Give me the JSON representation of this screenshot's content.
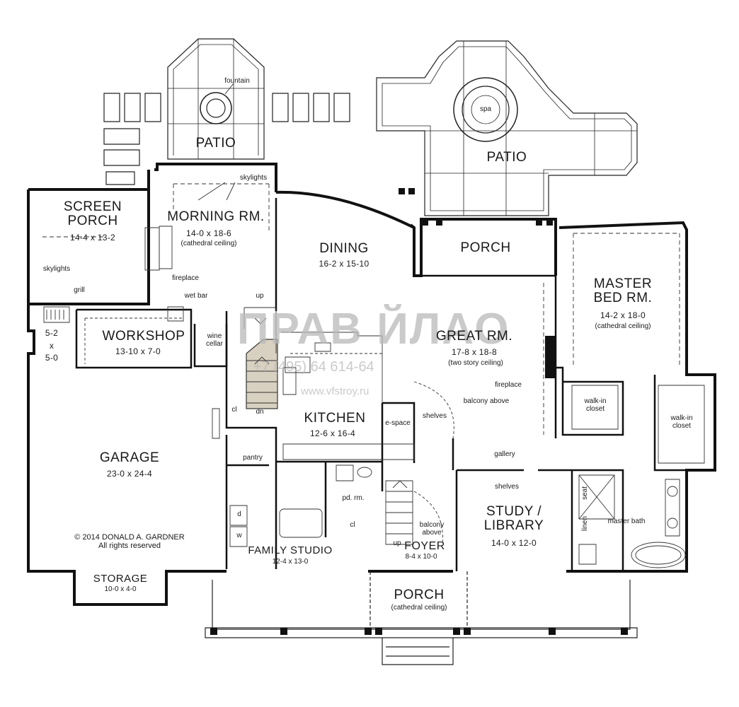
{
  "rooms": {
    "patio_left": "PATIO",
    "fountain": "fountain",
    "patio_right": "PATIO",
    "spa": "spa",
    "screen_porch": {
      "name": "SCREEN\nPORCH",
      "dim": "14-4 x 13-2"
    },
    "skylights_left": "skylights",
    "grill": "grill",
    "morning": {
      "name": "MORNING RM.",
      "dim": "14-0 x 18-6",
      "note": "(cathedral ceiling)"
    },
    "skylights_top": "skylights",
    "fireplace_left": "fireplace",
    "wet_bar": "wet bar",
    "dining": {
      "name": "DINING",
      "dim": "16-2 x 15-10"
    },
    "porch_top": "PORCH",
    "master_bed": {
      "name": "MASTER\nBED RM.",
      "dim": "14-2 x 18-0",
      "note": "(cathedral ceiling)"
    },
    "small_5_2": {
      "a": "5-2",
      "b": "x",
      "c": "5-0"
    },
    "workshop": {
      "name": "WORKSHOP",
      "dim": "13-10 x 7-0"
    },
    "wine_cellar": "wine\ncellar",
    "up_top": "up",
    "great_rm": {
      "name": "GREAT RM.",
      "dim": "17-8 x 18-8",
      "note": "(two story ceiling)"
    },
    "fireplace_right": "fireplace",
    "walkin_1": "walk-in\ncloset",
    "walkin_2": "walk-in\ncloset",
    "cl_left": "cl",
    "dn": "dn",
    "kitchen": {
      "name": "KITCHEN",
      "dim": "12-6 x 16-4"
    },
    "e_space": "e-space",
    "shelves_top": "shelves",
    "balcony_above_top": "balcony above",
    "garage": {
      "name": "GARAGE",
      "dim": "23-0 x 24-4"
    },
    "pantry": "pantry",
    "gallery": "gallery",
    "pd_rm": "pd. rm.",
    "cl_mid": "cl",
    "shelves_study": "shelves",
    "study": {
      "name": "STUDY /\nLIBRARY",
      "dim": "14-0 x 12-0"
    },
    "seat": "seat",
    "linen": "linen",
    "master_bath": "master bath",
    "d": "d",
    "w": "w",
    "balcony_above_bottom": "balcony\nabove",
    "up_foyer": "up",
    "foyer": {
      "name": "FOYER",
      "dim": "8-4 x 10-0"
    },
    "family_studio": {
      "name": "FAMILY STUDIO",
      "dim": "12-4 x 13-0"
    },
    "copyright": "© 2014 DONALD A. GARDNER\nAll rights reserved",
    "storage": {
      "name": "STORAGE",
      "dim": "10-0 x 4-0"
    },
    "porch_front": {
      "name": "PORCH",
      "note": "(cathedral ceiling)"
    }
  },
  "watermark": {
    "brand": "ПРАВ ЙЛАО",
    "phone": "+7 (495) 64 614-64",
    "site": "www.vfstroy.ru"
  }
}
